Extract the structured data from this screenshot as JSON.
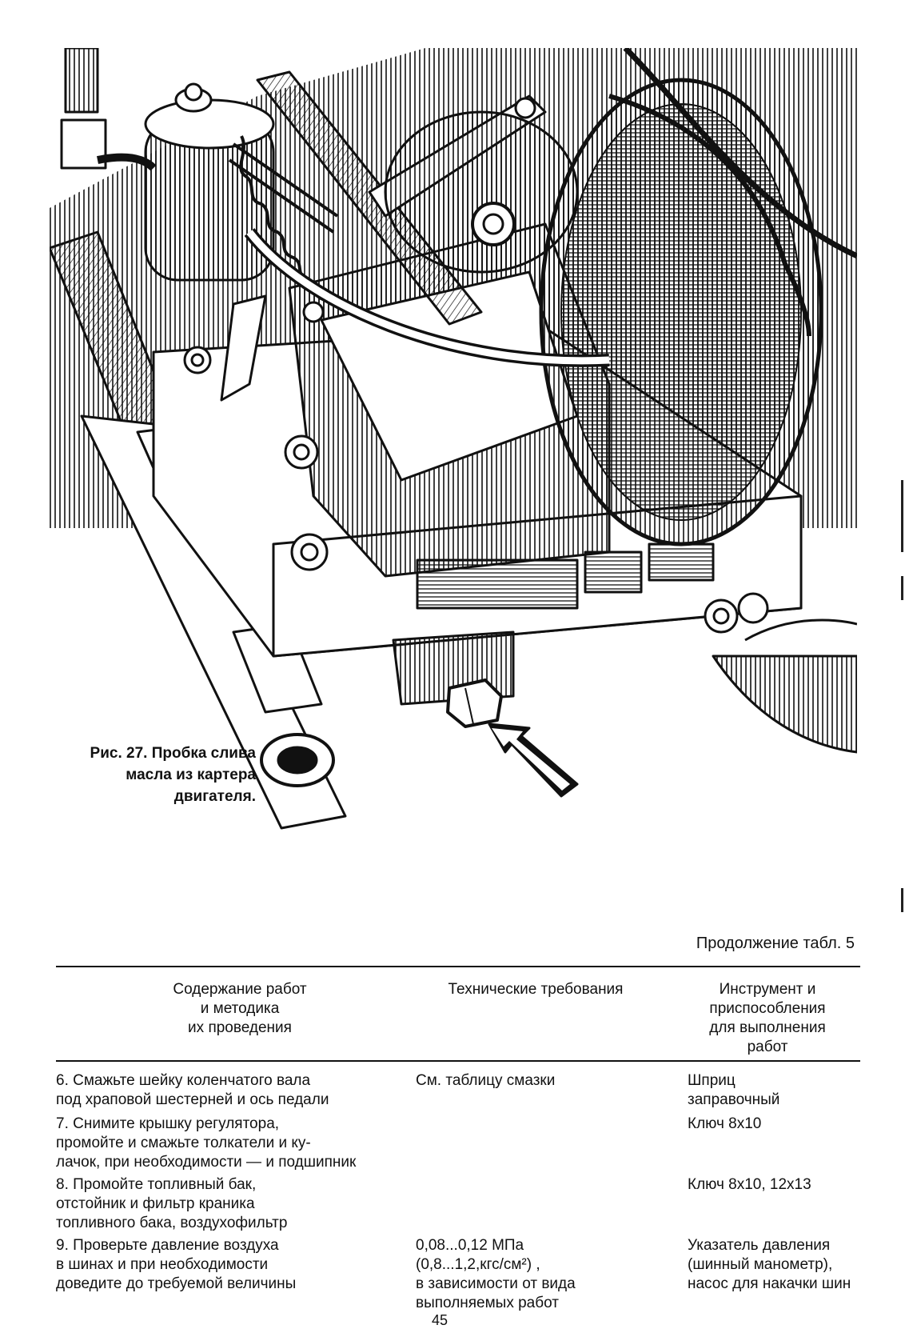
{
  "figure": {
    "caption_lines": [
      "Рис. 27. Пробка слива",
      "масла из картера",
      "двигателя."
    ]
  },
  "table": {
    "continuation": "Продолжение табл. 5",
    "headers": {
      "col1": [
        "Содержание работ",
        "и методика",
        "их проведения"
      ],
      "col2": [
        "Технические требования"
      ],
      "col3": [
        "Инструмент и",
        "приспособления",
        "для выполнения",
        "работ"
      ]
    },
    "rows": [
      {
        "work": [
          "6. Смажьте шейку коленчатого вала",
          "под храповой шестерней и ось педали"
        ],
        "requirements": [
          "См. таблицу смазки"
        ],
        "tools": [
          "Шприц",
          "заправочный"
        ]
      },
      {
        "work": [
          "7. Снимите крышку регулятора,",
          "промойте и смажьте толкатели и ку-",
          "лачок, при необходимости — и подшипник"
        ],
        "requirements": [],
        "tools": [
          "Ключ 8x10"
        ]
      },
      {
        "work": [
          "8. Промойте топливный бак,",
          "отстойник и фильтр краника",
          "топливного бака, воздухофильтр"
        ],
        "requirements": [],
        "tools": [
          "Ключ 8x10, 12x13"
        ]
      },
      {
        "work": [
          "9. Проверьте давление воздуха",
          "в шинах и при необходимости",
          "доведите до требуемой величины"
        ],
        "requirements": [
          "0,08...0,12 МПа",
          "(0,8...1,2,кгс/см²) ,",
          "в зависимости от вида",
          "выполняемых работ"
        ],
        "tools": [
          "Указатель давления",
          "(шинный манометр),",
          "насос для накачки шин"
        ]
      }
    ]
  },
  "page_number": "45"
}
